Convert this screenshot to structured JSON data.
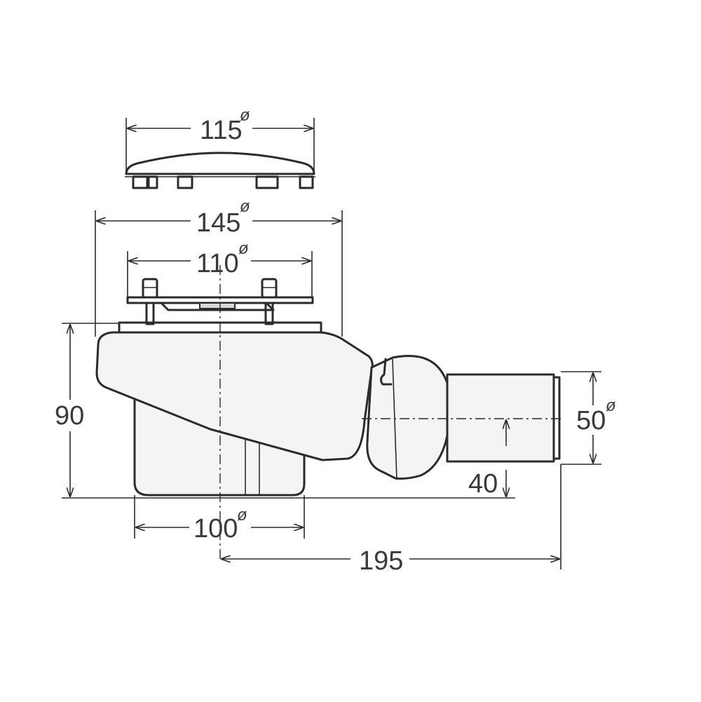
{
  "dimensions": {
    "cap_diameter": {
      "value": "115",
      "symbol": "ø"
    },
    "outer_diameter": {
      "value": "145",
      "symbol": "ø"
    },
    "grate_diameter": {
      "value": "110",
      "symbol": "ø"
    },
    "height": {
      "value": "90"
    },
    "outlet_diameter": {
      "value": "50",
      "symbol": "ø"
    },
    "outlet_height": {
      "value": "40"
    },
    "base_diameter": {
      "value": "100",
      "symbol": "ø"
    },
    "total_length": {
      "value": "195"
    }
  },
  "colors": {
    "line": "#2b2b2b",
    "text": "#3a3a3a",
    "background": "#ffffff"
  }
}
